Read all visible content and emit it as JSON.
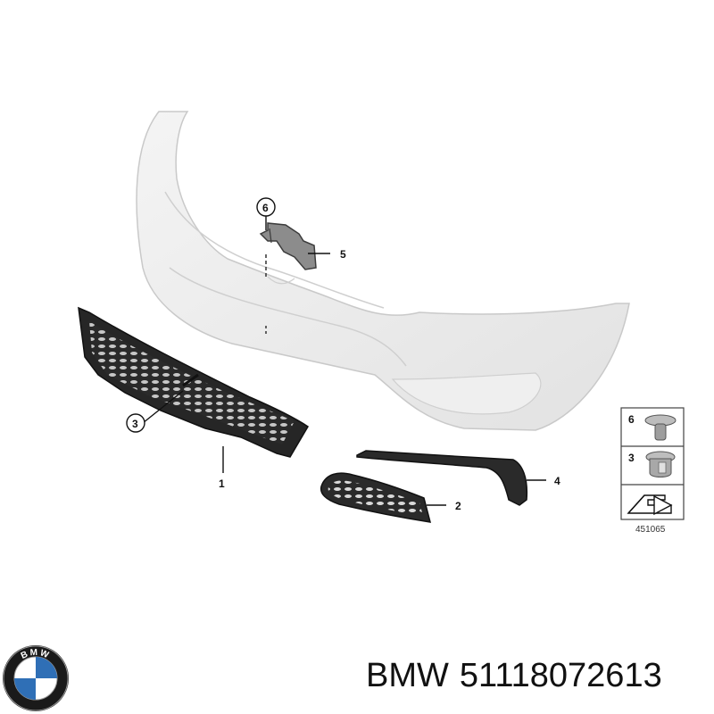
{
  "diagram": {
    "callouts": {
      "c1": "1",
      "c2": "2",
      "c3": "3",
      "c4": "4",
      "c5": "5",
      "c6": "6"
    },
    "legend": {
      "item_top": "6",
      "item_bottom": "3",
      "ref_number": "451065"
    }
  },
  "caption": {
    "brand": "BMW",
    "part_number": "51118072613"
  },
  "logo": {
    "text": "BMW",
    "colors": {
      "ring": "#1a1a1a",
      "blue": "#2f6fb6",
      "white": "#ffffff"
    }
  }
}
